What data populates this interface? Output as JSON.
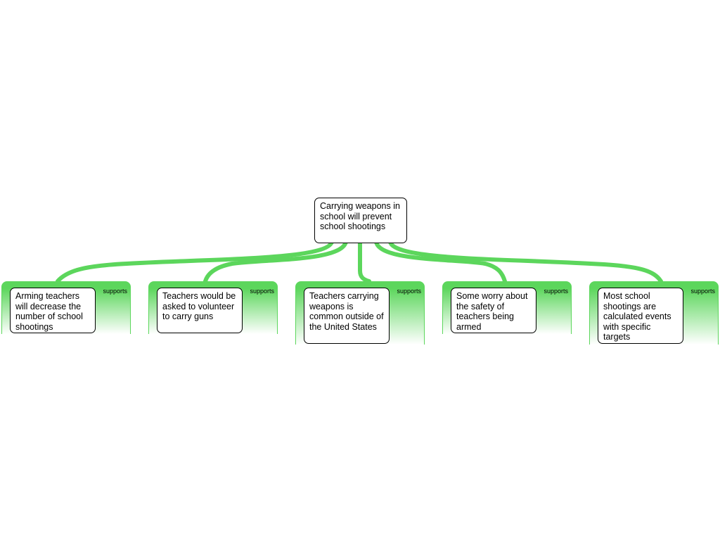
{
  "root": {
    "text": "Carrying weapons in school will prevent school shootings"
  },
  "colors": {
    "link": "#5cd65c"
  },
  "children": [
    {
      "relation": "supports",
      "text": "Arming teachers will decrease the number of school shootings"
    },
    {
      "relation": "supports",
      "text": "Teachers would be asked to volunteer to carry guns"
    },
    {
      "relation": "supports",
      "text": "Teachers carrying weapons is common outside of the United States"
    },
    {
      "relation": "supports",
      "text": "Some worry about the safety of teachers being armed"
    },
    {
      "relation": "supports",
      "text": "Most school shootings are calculated events with specific targets"
    }
  ]
}
